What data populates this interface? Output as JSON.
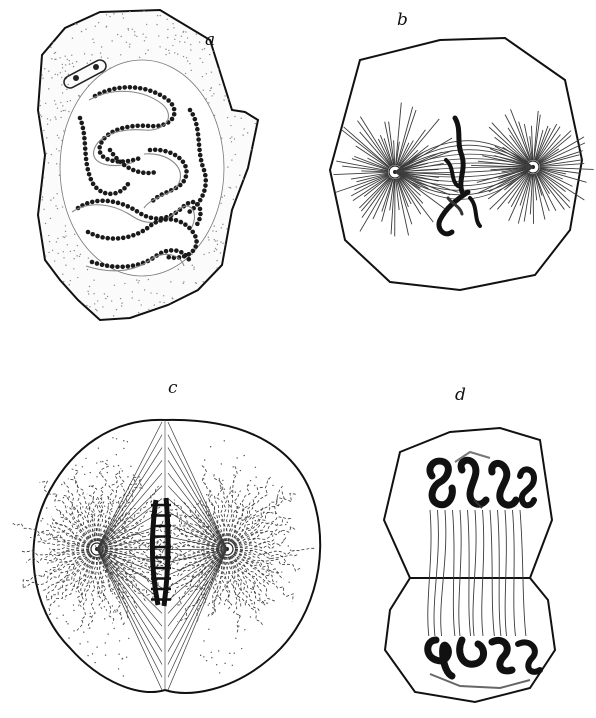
{
  "figure": {
    "panels": [
      {
        "id": "a",
        "label": "a"
      },
      {
        "id": "b",
        "label": "b"
      },
      {
        "id": "c",
        "label": "c"
      },
      {
        "id": "d",
        "label": "d"
      }
    ]
  },
  "colors": {
    "ink": "#111111",
    "stipple": "#8a8a8a",
    "paper": "#ffffff",
    "fiber": "#3a3a3a"
  }
}
